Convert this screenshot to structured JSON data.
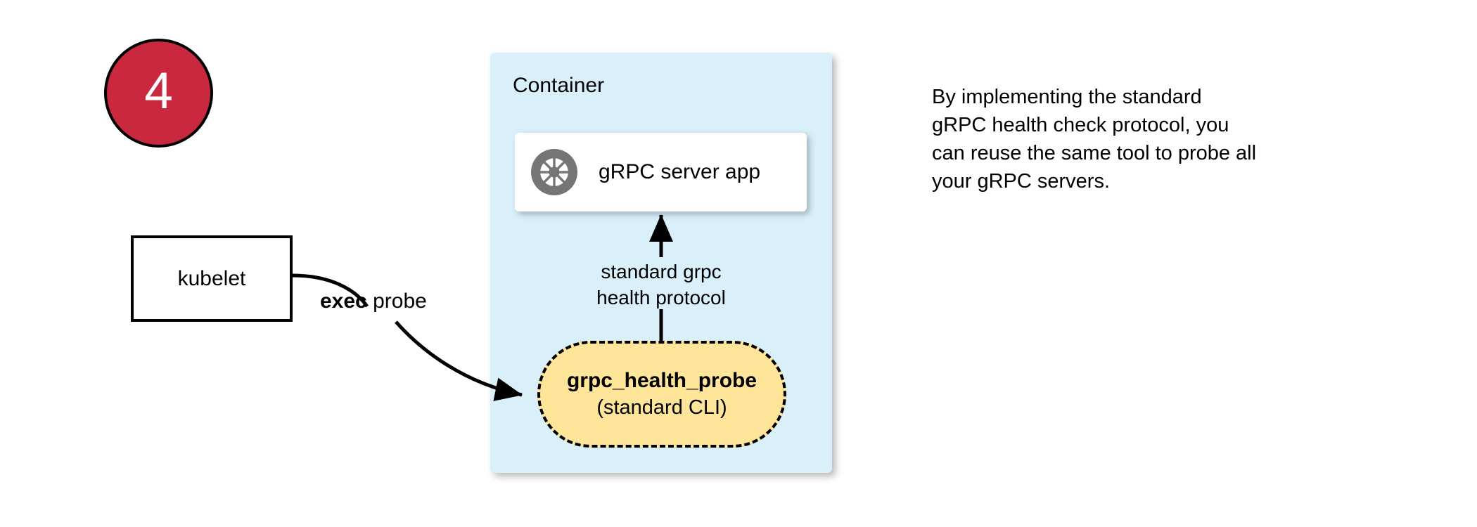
{
  "step": {
    "number": "4",
    "badge_color": "#C9283E",
    "badge_text_color": "#FFFFFF"
  },
  "kubelet": {
    "label": "kubelet"
  },
  "edges": {
    "exec_probe": {
      "bold_part": "exec",
      "rest_part": " probe"
    },
    "protocol": {
      "line1": "standard grpc",
      "line2": "health protocol"
    }
  },
  "container": {
    "title": "Container",
    "background_color": "#D9EFFA"
  },
  "grpc_app": {
    "label": "gRPC server app",
    "icon": "grpc-aperture-icon",
    "icon_color": "#757575"
  },
  "probe": {
    "title": "grpc_health_probe",
    "subtitle": "(standard CLI)",
    "fill_color": "#FFE59A",
    "border_style": "dashed"
  },
  "note": {
    "line1": "By implementing the standard",
    "line2": "gRPC health check protocol, you",
    "line3": "can reuse the same tool to probe all",
    "line4": "your gRPC servers."
  }
}
